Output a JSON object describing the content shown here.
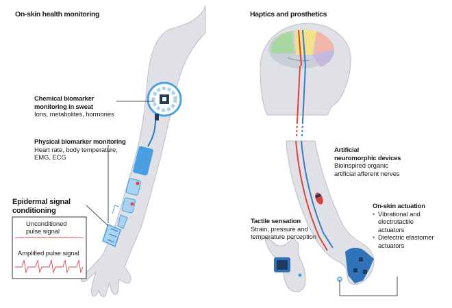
{
  "panels": {
    "left_title": "On-skin health monitoring",
    "right_title": "Haptics and prosthetics"
  },
  "labels": {
    "chemical": {
      "title_line1": "Chemical biomarker",
      "title_line2": "monitoring in sweat",
      "desc": "Ions, metabolites, hormones"
    },
    "physical": {
      "title": "Physical biomarker monitoring",
      "desc_line1": "Heart rate, body temperature,",
      "desc_line2": "EMG, ECG"
    },
    "epidermal": {
      "title_line1": "Epidermal signal",
      "title_line2": "conditioning",
      "unconditioned_line1": "Unconditioned",
      "unconditioned_line2": "pulse signal",
      "amplified": "Amplified pulse signal"
    },
    "neuromorphic": {
      "title_line1": "Artificial",
      "title_line2": "neuromorphic devices",
      "desc_line1": "Bioinspired organic",
      "desc_line2": "artificial afferent nerves"
    },
    "tactile": {
      "title": "Tactile sensation",
      "desc_line1": "Strain, pressure and",
      "desc_line2": "temperature perception"
    },
    "actuation": {
      "title": "On-skin actuation",
      "item1_line1": "Vibrational and",
      "item1_line2": "electrotactile",
      "item1_line3": "actuators",
      "item2_line1": "Dielectric elastomer",
      "item2_line2": "actuators"
    }
  },
  "colors": {
    "skin": "#dfe1e7",
    "skin_outline": "#9aa0ab",
    "device_blue": "#4a9fe0",
    "device_light": "#a9d3f2",
    "nerve_red": "#d9453d",
    "nerve_blue": "#3c79c4",
    "wave_red": "#d9453d",
    "leader": "#1a1a1a"
  }
}
